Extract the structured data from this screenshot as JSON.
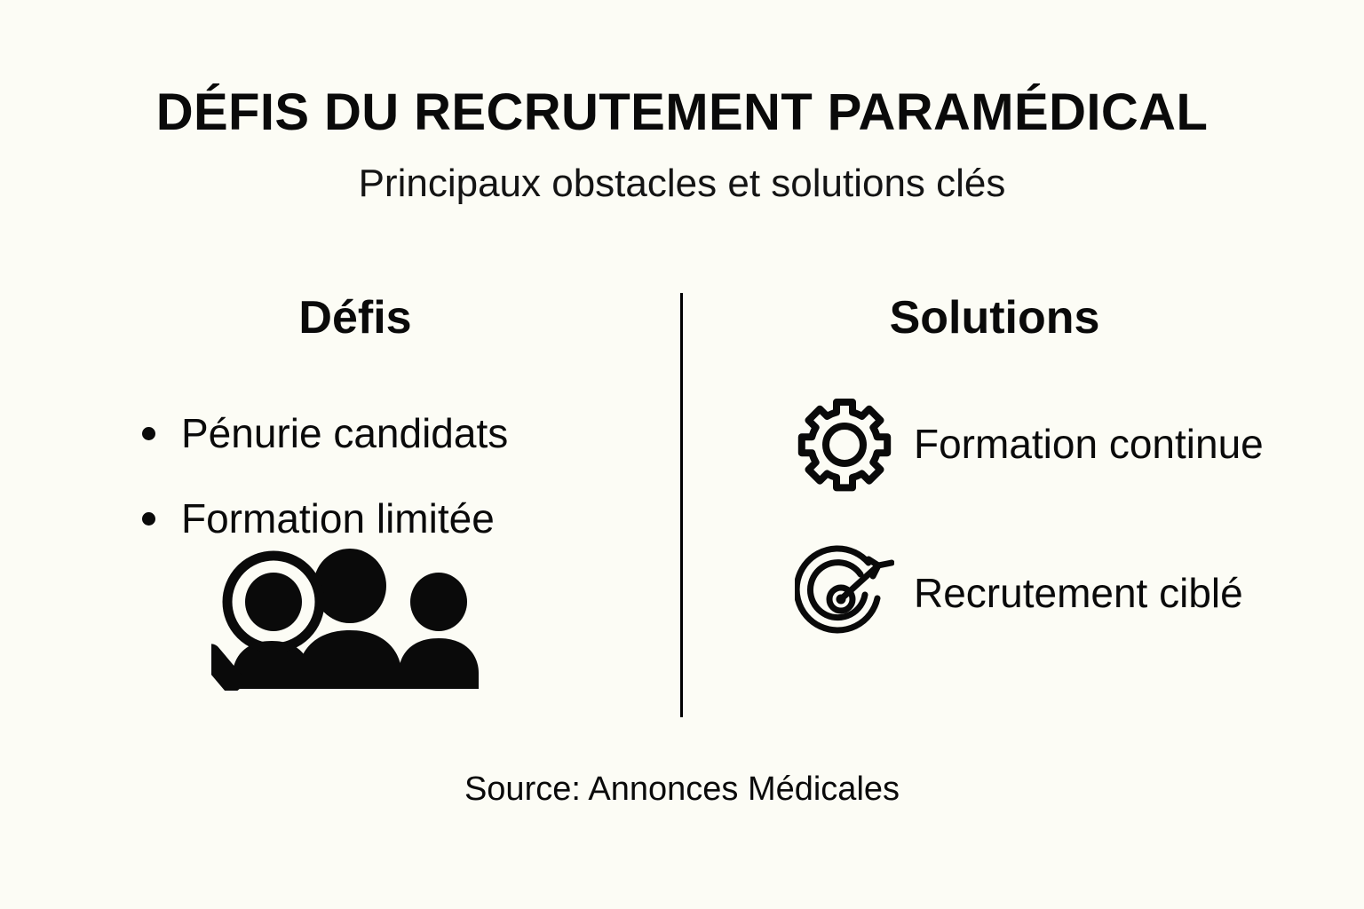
{
  "background_color": "#FCFCF5",
  "text_color": "#0A0A0A",
  "header": {
    "title": "DÉFIS DU RECRUTEMENT PARAMÉDICAL",
    "subtitle": "Principaux obstacles et solutions clés"
  },
  "columns": {
    "left": {
      "heading": "Défis",
      "items": [
        {
          "label": "Pénurie candidats"
        },
        {
          "label": "Formation limitée"
        }
      ],
      "icon": "people-search-icon"
    },
    "right": {
      "heading": "Solutions",
      "items": [
        {
          "label": "Formation continue",
          "icon": "gear-icon"
        },
        {
          "label": "Recrutement ciblé",
          "icon": "target-arrow-icon"
        }
      ]
    }
  },
  "footer": {
    "source": "Source: Annonces Médicales"
  }
}
